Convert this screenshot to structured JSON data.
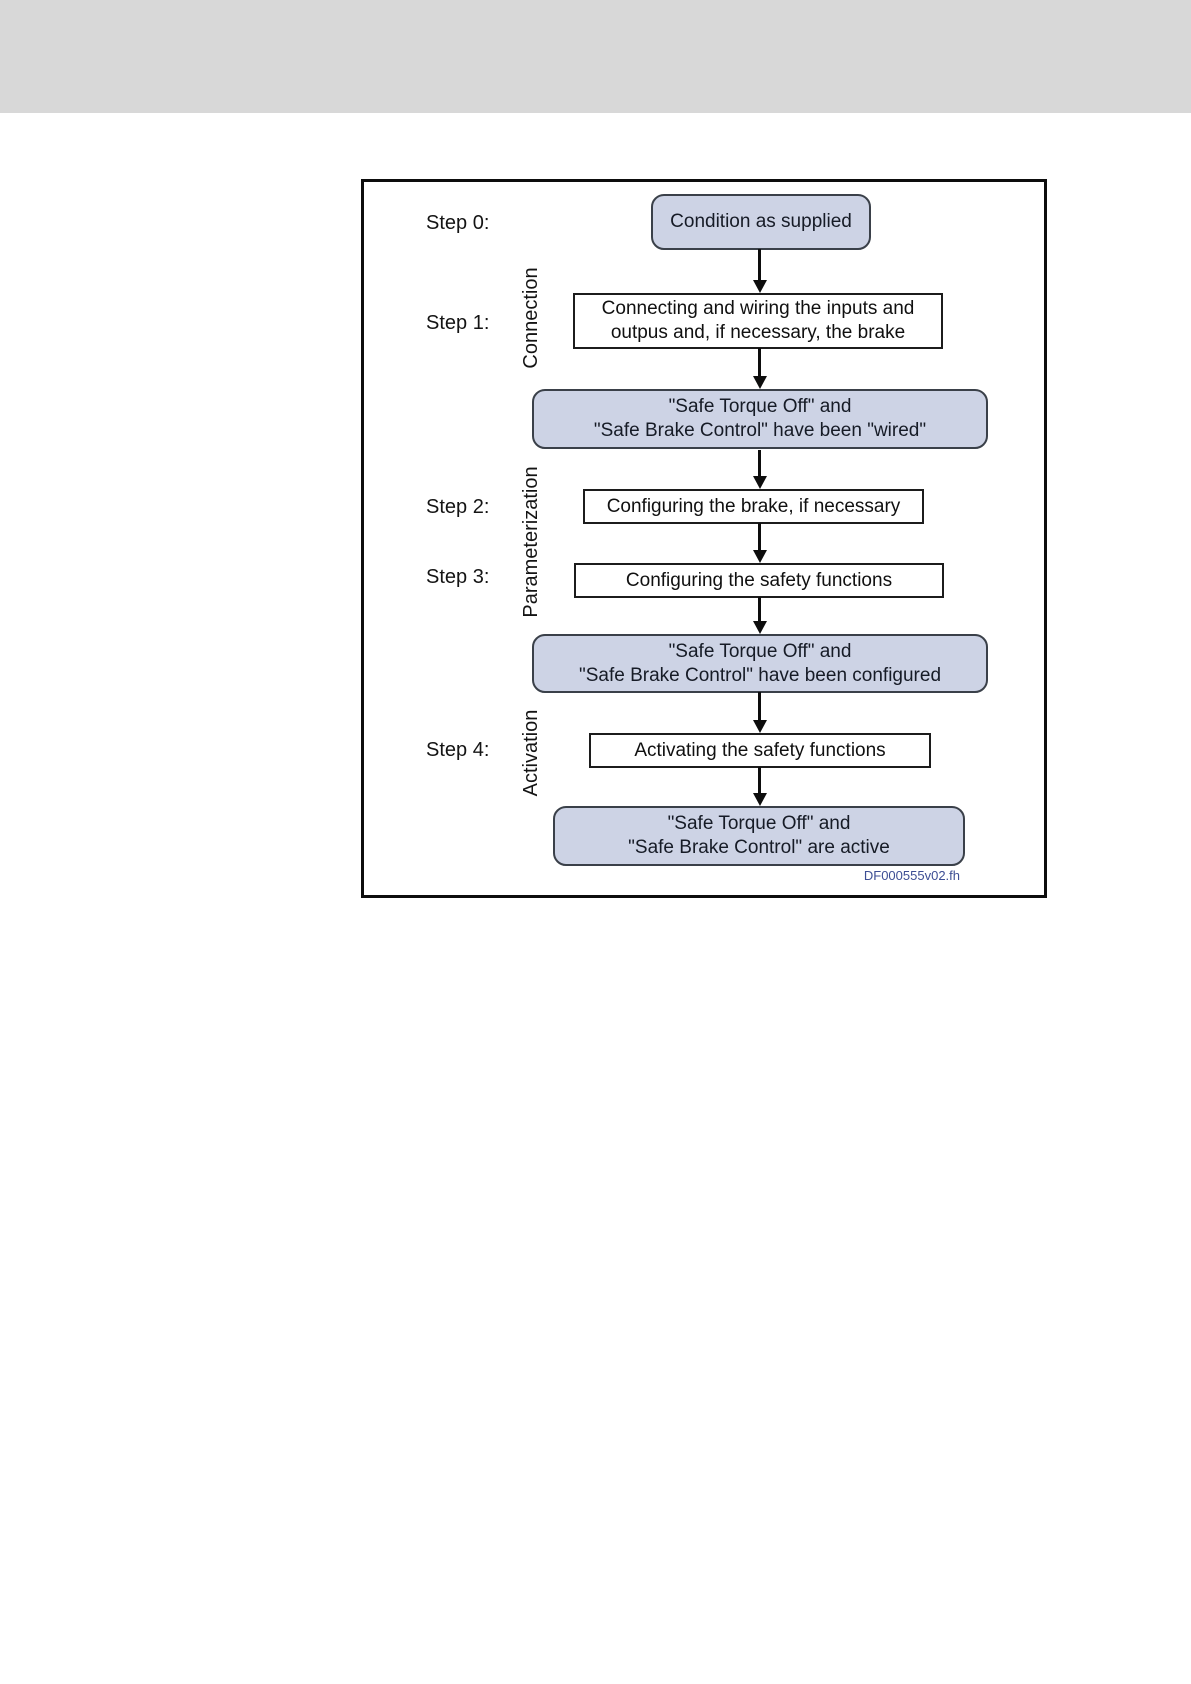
{
  "page": {
    "background": "#ffffff",
    "header_bar_color": "#d8d8d8"
  },
  "figure": {
    "type": "flowchart",
    "code": "DF000555v02.fh",
    "colors": {
      "state_box_fill": "#cdd3e5",
      "state_box_border": "#3a4049",
      "action_box_fill": "#ffffff",
      "action_box_border": "#1c1c1c",
      "frame_border": "#0d0d0d",
      "figure_code_text": "#3d4e94"
    },
    "step_labels": [
      {
        "label": "Step 0:"
      },
      {
        "label": "Step 1:"
      },
      {
        "label": "Step 2:"
      },
      {
        "label": "Step 3:"
      },
      {
        "label": "Step 4:"
      }
    ],
    "phase_labels": [
      {
        "label": "Connection"
      },
      {
        "label": "Parameterization"
      },
      {
        "label": "Activation"
      }
    ],
    "nodes": [
      {
        "type": "state",
        "lines": [
          "Condition as supplied"
        ]
      },
      {
        "type": "action",
        "lines": [
          "Connecting and wiring the inputs and",
          "outpus and, if necessary, the brake"
        ]
      },
      {
        "type": "state",
        "lines": [
          "\"Safe Torque Off\" and",
          "\"Safe Brake Control\" have been \"wired\""
        ]
      },
      {
        "type": "action",
        "lines": [
          "Configuring the brake, if necessary"
        ]
      },
      {
        "type": "action",
        "lines": [
          "Configuring the safety functions"
        ]
      },
      {
        "type": "state",
        "lines": [
          "\"Safe Torque Off\" and",
          "\"Safe Brake Control\" have been configured"
        ]
      },
      {
        "type": "action",
        "lines": [
          "Activating the safety functions"
        ]
      },
      {
        "type": "state",
        "lines": [
          "\"Safe Torque Off\" and",
          "\"Safe Brake Control\" are active"
        ]
      }
    ],
    "edges": [
      {
        "from": 0,
        "to": 1
      },
      {
        "from": 1,
        "to": 2
      },
      {
        "from": 2,
        "to": 3
      },
      {
        "from": 3,
        "to": 4
      },
      {
        "from": 4,
        "to": 5
      },
      {
        "from": 5,
        "to": 6
      },
      {
        "from": 6,
        "to": 7
      }
    ]
  }
}
